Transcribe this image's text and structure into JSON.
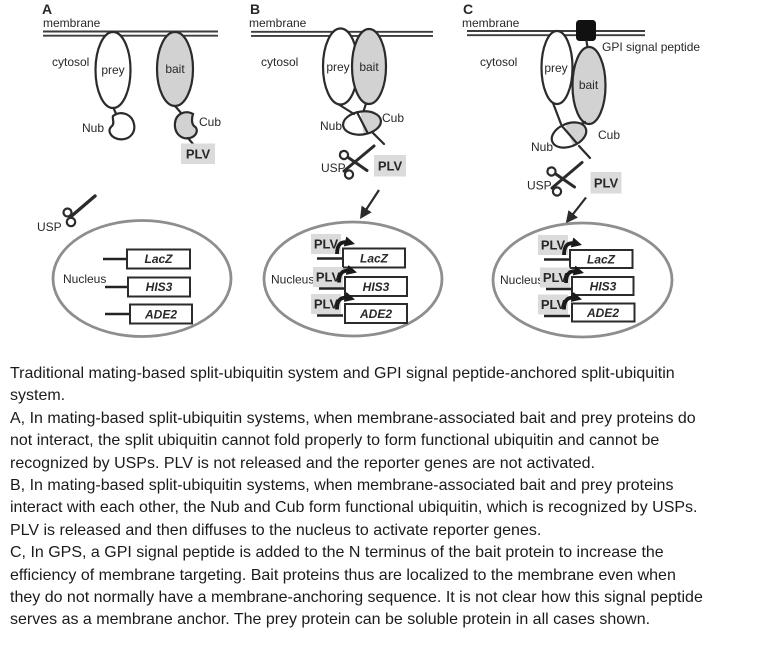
{
  "figure": {
    "panels": [
      {
        "letter": "A",
        "membrane": "membrane",
        "cytosol": "cytosol",
        "prey": "prey",
        "bait": "bait",
        "nub": "Nub",
        "cub": "Cub",
        "plv": "PLV",
        "usp": "USP",
        "nucleus": "Nucleus",
        "genes": [
          "LacZ",
          "HIS3",
          "ADE2"
        ]
      },
      {
        "letter": "B",
        "membrane": "membrane",
        "cytosol": "cytosol",
        "prey": "prey",
        "bait": "bait",
        "nub": "Nub",
        "cub": "Cub",
        "plv": "PLV",
        "usp": "USP",
        "nucleus": "Nucleus",
        "genes": [
          "LacZ",
          "HIS3",
          "ADE2"
        ]
      },
      {
        "letter": "C",
        "membrane": "membrane",
        "cytosol": "cytosol",
        "prey": "prey",
        "bait": "bait",
        "nub": "Nub",
        "cub": "Cub",
        "plv": "PLV",
        "usp": "USP",
        "nucleus": "Nucleus",
        "gpi": "GPI signal peptide",
        "genes": [
          "LacZ",
          "HIS3",
          "ADE2"
        ]
      }
    ]
  },
  "caption": {
    "lines": [
      "Traditional mating-based split-ubiquitin system and GPI signal peptide-anchored split-ubiquitin",
      "system.",
      "A, In mating-based split-ubiquitin systems, when membrane-associated bait and prey proteins do",
      "not interact, the split ubiquitin cannot fold properly to form functional ubiquitin and cannot be",
      "recognized by USPs. PLV is not released and the reporter genes are not activated.",
      "B, In mating-based split-ubiquitin systems, when membrane-associated bait and prey proteins",
      "interact with each other, the Nub and Cub form functional ubiquitin, which is recognized by USPs.",
      "PLV is released and then diffuses to the nucleus to activate reporter genes.",
      "C, In GPS, a GPI signal peptide is added to the N terminus of the bait protein to increase the",
      "efficiency of membrane targeting. Bait proteins thus are localized to the membrane even when",
      "they do not normally have a membrane-anchoring sequence. It is not clear how this signal peptide",
      "serves as a membrane anchor. The prey protein can be soluble protein in all cases shown."
    ]
  },
  "colors": {
    "shape_stroke": "#2b2b2b",
    "gray_fill": "#d2d2d2",
    "plv_fill": "#dbdbdb",
    "nucleus_stroke": "#8e8e8e",
    "membrane": "#3d3d3d",
    "gpi_square": "#111111",
    "caption_text": "#1b1b1b"
  }
}
